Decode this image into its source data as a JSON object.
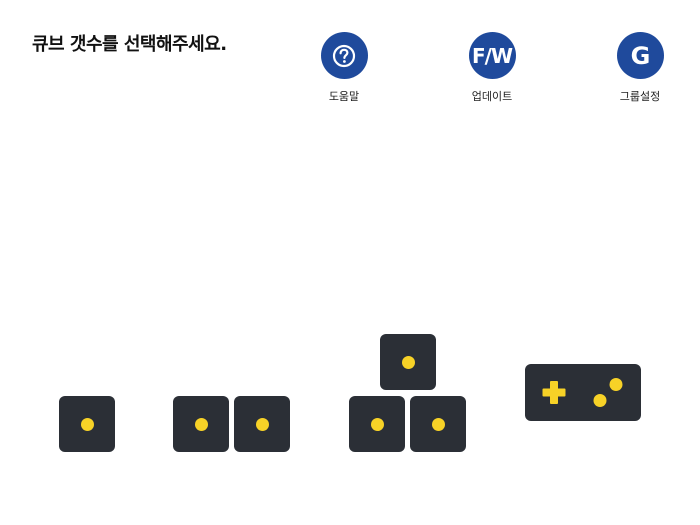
{
  "header": {
    "instruction": "큐브 갯수를 선택해주세요."
  },
  "top_buttons": [
    {
      "label": "도움말",
      "icon": "help-icon",
      "glyph": "?"
    },
    {
      "label": "업데이트",
      "icon": "firmware-icon",
      "glyph": "F/W"
    },
    {
      "label": "그룹설정",
      "icon": "group-icon",
      "glyph": "G"
    }
  ],
  "cube_options": [
    {
      "cubes": 1
    },
    {
      "cubes": 2
    },
    {
      "cubes": 3
    },
    {
      "type": "gamepad"
    }
  ],
  "colors": {
    "accent": "#1f4a9c",
    "cube": "#2b2f36",
    "dot": "#f7d227"
  }
}
